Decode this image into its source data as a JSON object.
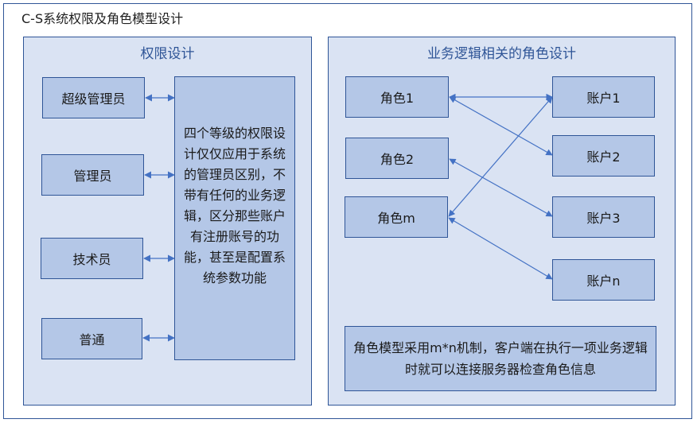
{
  "title": "C-S系统权限及角色模型设计",
  "permission_panel": {
    "title": "权限设计",
    "levels": [
      {
        "id": "super-admin",
        "label": "超级管理员"
      },
      {
        "id": "admin",
        "label": "管理员"
      },
      {
        "id": "technician",
        "label": "技术员"
      },
      {
        "id": "normal",
        "label": "普通"
      }
    ],
    "description": "四个等级的权限设计仅仅应用于系统的管理员区别，不带有任何的业务逻辑，区分那些账户有注册账号的功能，甚至是配置系统参数功能"
  },
  "role_panel": {
    "title": "业务逻辑相关的角色设计",
    "roles": [
      {
        "id": "role-1",
        "label": "角色1"
      },
      {
        "id": "role-2",
        "label": "角色2"
      },
      {
        "id": "role-m",
        "label": "角色m"
      }
    ],
    "accounts": [
      {
        "id": "account-1",
        "label": "账户1"
      },
      {
        "id": "account-2",
        "label": "账户2"
      },
      {
        "id": "account-3",
        "label": "账户3"
      },
      {
        "id": "account-n",
        "label": "账户n"
      }
    ],
    "connections": [
      {
        "from": "role-1",
        "to": "account-1"
      },
      {
        "from": "role-1",
        "to": "account-2"
      },
      {
        "from": "role-2",
        "to": "account-3"
      },
      {
        "from": "role-m",
        "to": "account-1"
      },
      {
        "from": "role-m",
        "to": "account-n"
      }
    ],
    "note": "角色模型采用m*n机制，客户端在执行一项业务逻辑时就可以连接服务器检查角色信息"
  },
  "colors": {
    "border": "#2f5597",
    "panel_fill": "#dae3f3",
    "box_fill": "#b4c7e7",
    "arrow": "#4472c4"
  }
}
